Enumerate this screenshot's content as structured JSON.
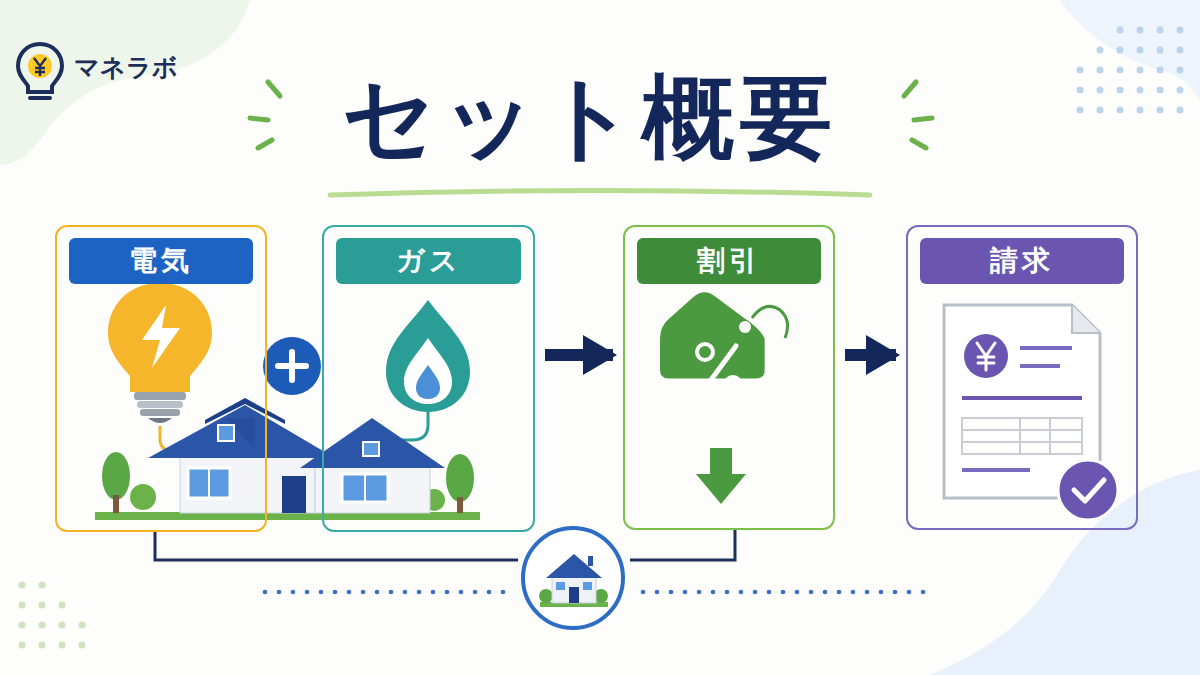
{
  "diagram": {
    "title": "セット概要",
    "nodes": [
      {
        "text": [
          "電気"
        ]
      },
      {
        "text": [
          "ガス"
        ]
      },
      {
        "text": [
          "割引"
        ]
      },
      {
        "text": [
          "請求"
        ]
      }
    ],
    "edges": [
      {
        "from": 1,
        "to": 2,
        "arrow": "to"
      },
      {
        "from": 2,
        "to": 3,
        "arrow": "to"
      }
    ],
    "labels": [
      "マネラボ"
    ]
  }
}
